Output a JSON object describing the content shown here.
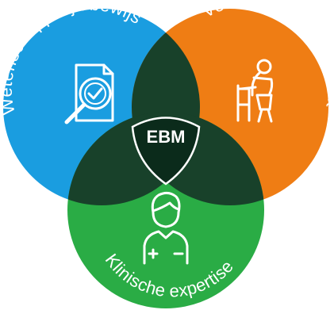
{
  "diagram": {
    "center_label": "EBM",
    "circles": [
      {
        "label": "Wetenschappelijk bewijs",
        "color": "#1a9de0",
        "icon": "document-magnifier-icon"
      },
      {
        "label": "Voorkeur van de patiënt",
        "color": "#ef7d14",
        "icon": "elderly-walker-icon"
      },
      {
        "label": "Klinische expertise",
        "color": "#2aac45",
        "icon": "doctor-icon"
      }
    ],
    "overlap_color": "#18412a",
    "center_shape_color": "#0b2b1b"
  }
}
